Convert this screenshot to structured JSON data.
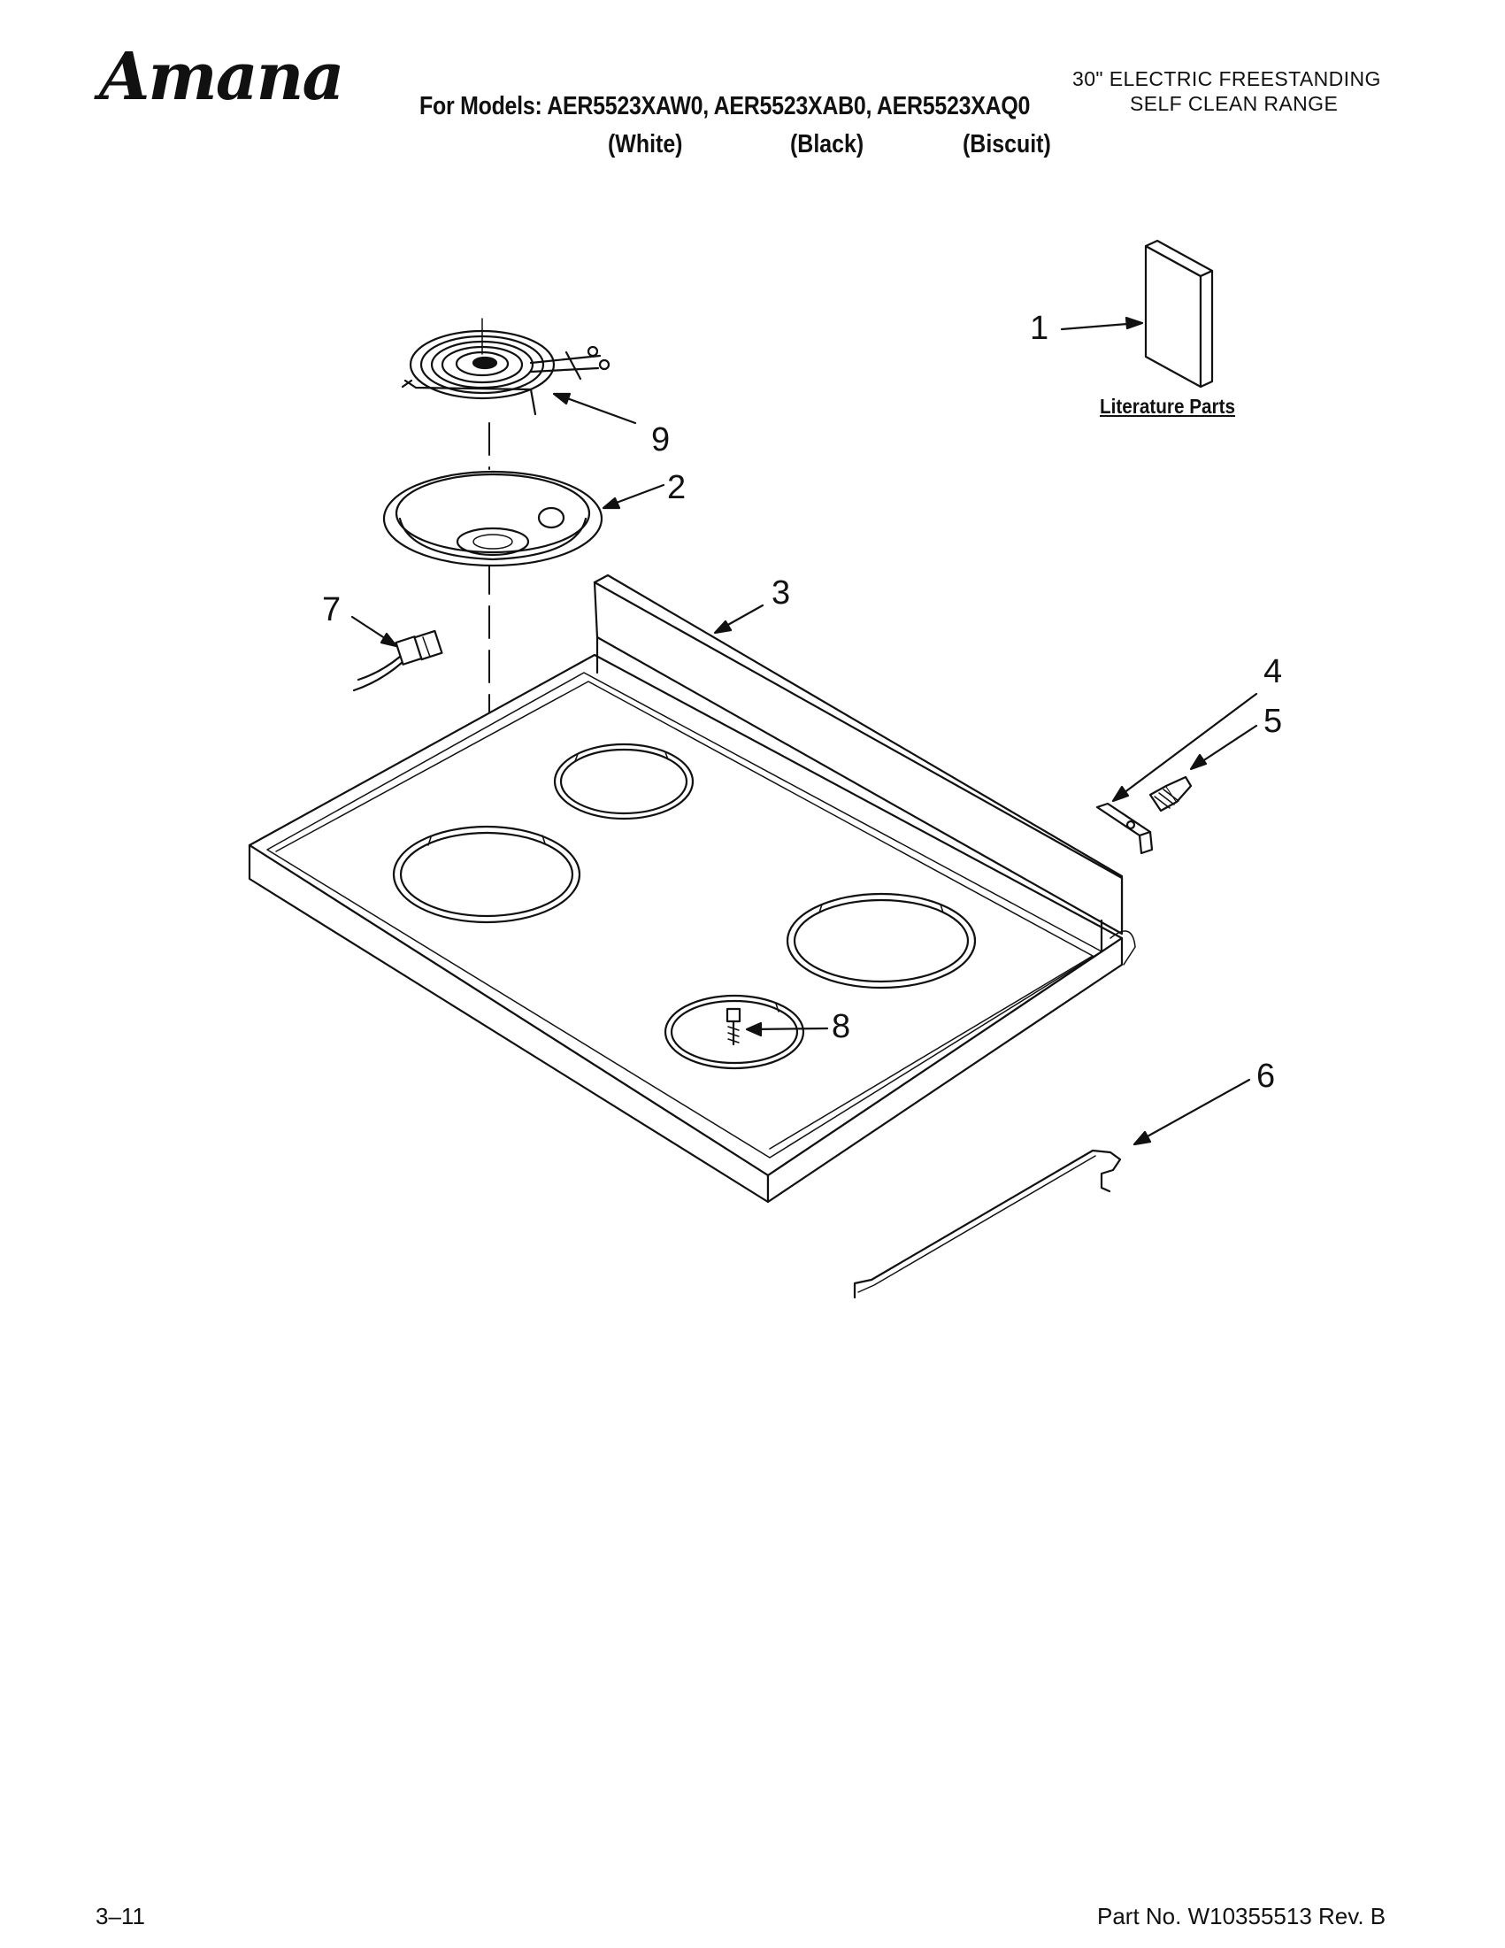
{
  "header": {
    "brand": "Amana",
    "models_line": "For Models: AER5523XAW0, AER5523XAB0, AER5523XAQ0",
    "variants": [
      "(White)",
      "(Black)",
      "(Biscuit)"
    ],
    "product_line1": "30\" ELECTRIC FREESTANDING",
    "product_line2": "SELF CLEAN RANGE"
  },
  "literature": {
    "label": "Literature Parts"
  },
  "callouts": [
    "1",
    "2",
    "3",
    "4",
    "5",
    "6",
    "7",
    "8",
    "9"
  ],
  "footer": {
    "page": "3–11",
    "part_number": "Part No. W10355513 Rev. B"
  }
}
